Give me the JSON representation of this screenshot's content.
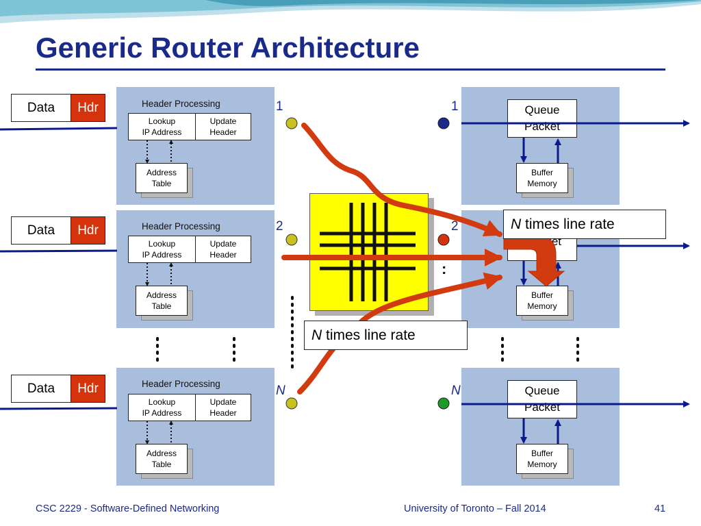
{
  "title": "Generic Router Architecture",
  "packet": {
    "data_label": "Data",
    "hdr_label": "Hdr"
  },
  "header_processing": {
    "title": "Header Processing",
    "lookup": "Lookup\nIP Address",
    "update": "Update\nHeader",
    "address_table": "Address\nTable"
  },
  "ports": {
    "p1": "1",
    "p2": "2",
    "pN": "N"
  },
  "output": {
    "queue_packet": "Queue\nPacket",
    "buffer_memory": "Buffer\nMemory",
    "partial_packet": "ket"
  },
  "callouts": {
    "right_n": "N",
    "right_rest": " times line rate",
    "center_n": "N",
    "center_rest": " times line rate"
  },
  "ellipsis_colon": ":",
  "footer": {
    "left": "CSC 2229 - Software-Defined Networking",
    "center": "University of Toronto – Fall 2014",
    "page": "41"
  },
  "colors": {
    "title": "#1a2a8a",
    "panel": "#a9bddd",
    "hdr": "#d5330b",
    "arrow": "#d23a10",
    "crossbar": "#ffff00",
    "port_in": "#c8c21e",
    "port_out_1": "#1a2a8a",
    "port_out_2": "#d5330b",
    "port_out_N": "#1e9a2a"
  }
}
